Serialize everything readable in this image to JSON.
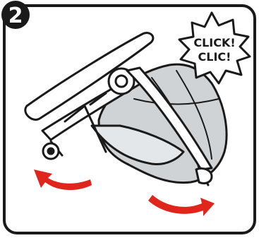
{
  "step": {
    "number": "2"
  },
  "callout": {
    "line1": "CLICK!",
    "line2": "CLIC!"
  },
  "colors": {
    "ink": "#1a1a1a",
    "arrow": "#e0261c",
    "panel_bg": "#ffffff",
    "badge_bg": "#1a1a1a",
    "badge_text": "#ffffff"
  },
  "icons": {
    "step_badge": "numbered-step-badge-icon",
    "callout": "starburst-icon",
    "arrows": "curved-rotation-arrow-icon",
    "product": "folded-stroller-seat-icon"
  }
}
